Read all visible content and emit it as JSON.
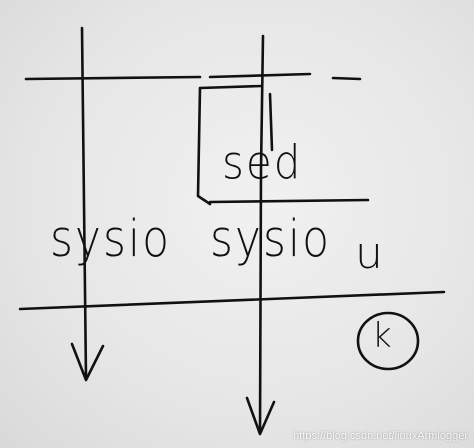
{
  "diagram": {
    "labels": {
      "sysio_left": "sysio",
      "sysio_mid": "sysio",
      "u": "u",
      "sed": "sed",
      "k": "k"
    },
    "watermark": "https://blog.csdn.net/linuxArmlogger"
  }
}
